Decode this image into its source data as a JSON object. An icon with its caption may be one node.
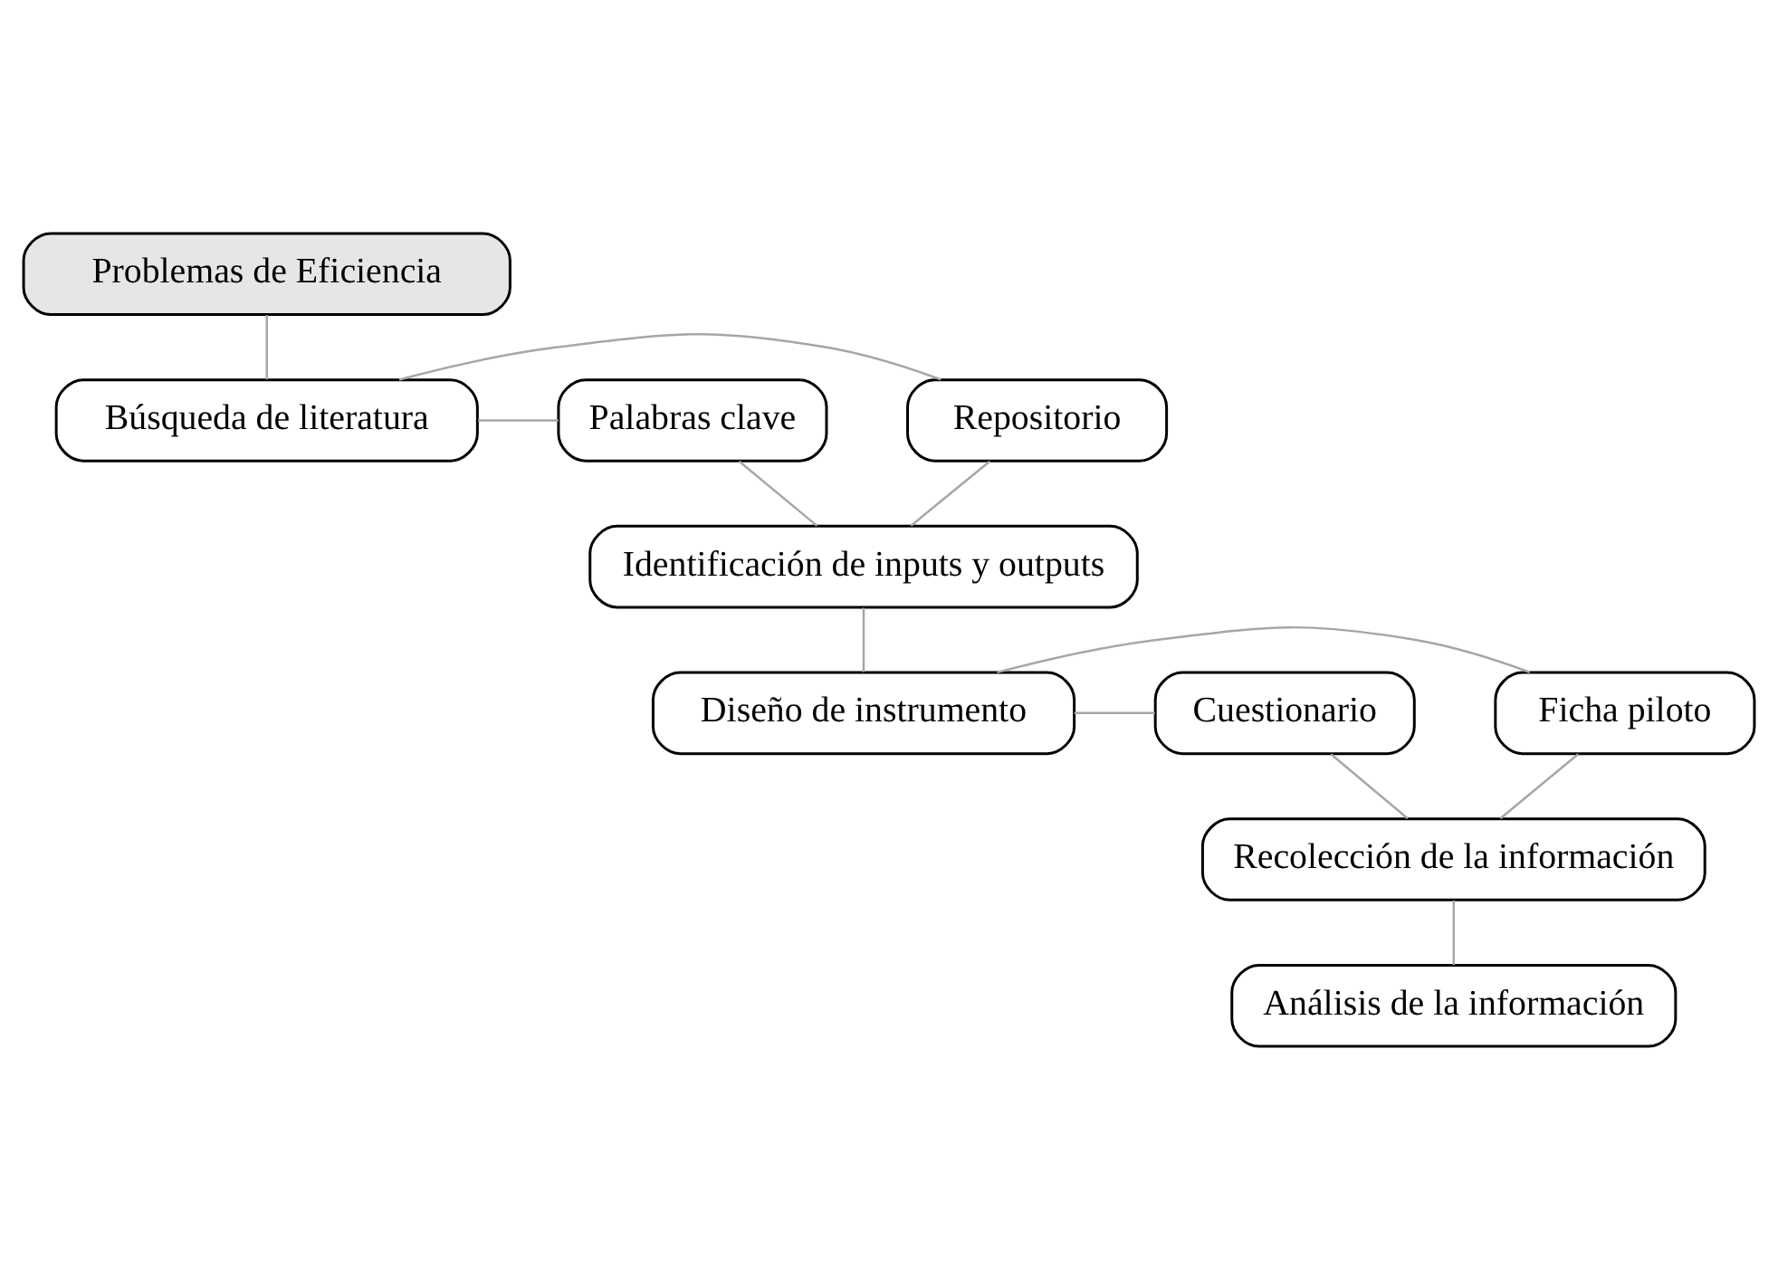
{
  "diagram": {
    "nodes": [
      {
        "text": [
          "Problemas de Eficiencia"
        ]
      },
      {
        "text": [
          "Búsqueda de literatura"
        ]
      },
      {
        "text": [
          "Repositorio"
        ]
      },
      {
        "text": [
          "Palabras clave"
        ]
      },
      {
        "text": [
          "Identificación de inputs y outputs"
        ]
      },
      {
        "text": [
          "Diseño de instrumento"
        ]
      },
      {
        "text": [
          "Ficha piloto"
        ]
      },
      {
        "text": [
          "Cuestionario"
        ]
      },
      {
        "text": [
          "Recolección de la información"
        ]
      },
      {
        "text": [
          "Análisis de la información"
        ]
      }
    ],
    "edges": [
      {
        "from": 0,
        "to": 1,
        "arrow": "none"
      },
      {
        "from": 1,
        "to": 2,
        "arrow": "none"
      },
      {
        "from": 1,
        "to": 3,
        "arrow": "none"
      },
      {
        "from": 2,
        "to": 4,
        "arrow": "none"
      },
      {
        "from": 3,
        "to": 4,
        "arrow": "none"
      },
      {
        "from": 4,
        "to": 5,
        "arrow": "none"
      },
      {
        "from": 5,
        "to": 6,
        "arrow": "none"
      },
      {
        "from": 5,
        "to": 7,
        "arrow": "none"
      },
      {
        "from": 6,
        "to": 8,
        "arrow": "none"
      },
      {
        "from": 7,
        "to": 8,
        "arrow": "none"
      },
      {
        "from": 8,
        "to": 9,
        "arrow": "none"
      }
    ]
  }
}
